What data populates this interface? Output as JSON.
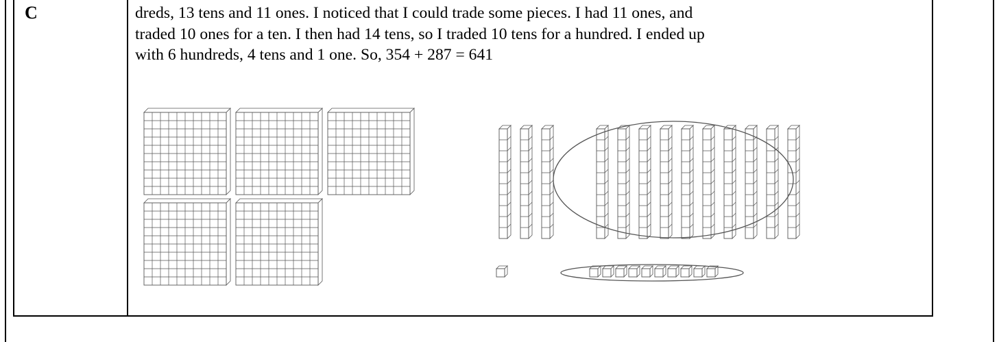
{
  "row": {
    "label": "C",
    "lines": [
      "dreds, 13 tens and 11 ones. I noticed that I could trade some pieces. I had 11 ones, and",
      "traded 10 ones for a ten. I then had 14 tens, so I traded 10 tens for a hundred. I ended up",
      "with 6 hundreds, 4 tens and 1 one. So, 354 + 287 = 641"
    ]
  },
  "base_ten_blocks": {
    "hundreds_flats": 5,
    "tens_rods_ungrouped": 3,
    "tens_rods_circled": 10,
    "ones_cubes_ungrouped": 1,
    "ones_cubes_circled": 10,
    "line_color": "#555555"
  }
}
